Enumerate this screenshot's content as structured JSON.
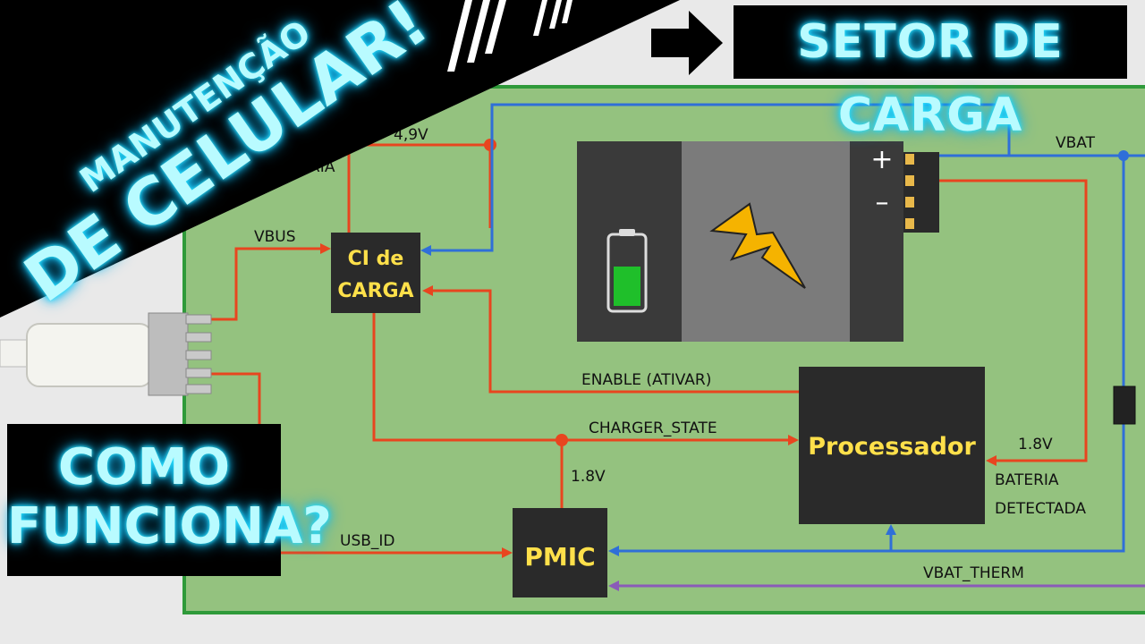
{
  "title_banner": "SETOR DE CARGA",
  "diagonal_line1": "MANUTENÇÃO",
  "diagonal_line2": "DE CELULAR!",
  "question_line1": "COMO",
  "question_line2": "FUNCIONA?",
  "chips": {
    "charge_ic_line1": "CI de",
    "charge_ic_line2": "CARGA",
    "processor": "Processador",
    "pmic": "PMIC"
  },
  "battery_plus": "+",
  "battery_minus": "–",
  "signals": {
    "v49": "4,9V",
    "bateria_fragment": "RIA",
    "vbus": "VBUS",
    "vbat": "VBAT",
    "enable": "ENABLE (ATIVAR)",
    "charger_state": "CHARGER_STATE",
    "v18_pmic": "1.8V",
    "v18_proc": "1.8V",
    "bateria_detectada_1": "BATERIA",
    "bateria_detectada_2": "DETECTADA",
    "usb_id": "USB_ID",
    "vbat_therm": "VBAT_THERM"
  },
  "colors": {
    "board": "#94c27f",
    "board_border": "#2f9a3a",
    "wire_red": "#e8451f",
    "wire_blue": "#2f6fd8",
    "wire_purple": "#8a5bb8",
    "chip": "#2a2a2a",
    "chip_text": "#ffe04a",
    "neon": "#b9fbff"
  }
}
